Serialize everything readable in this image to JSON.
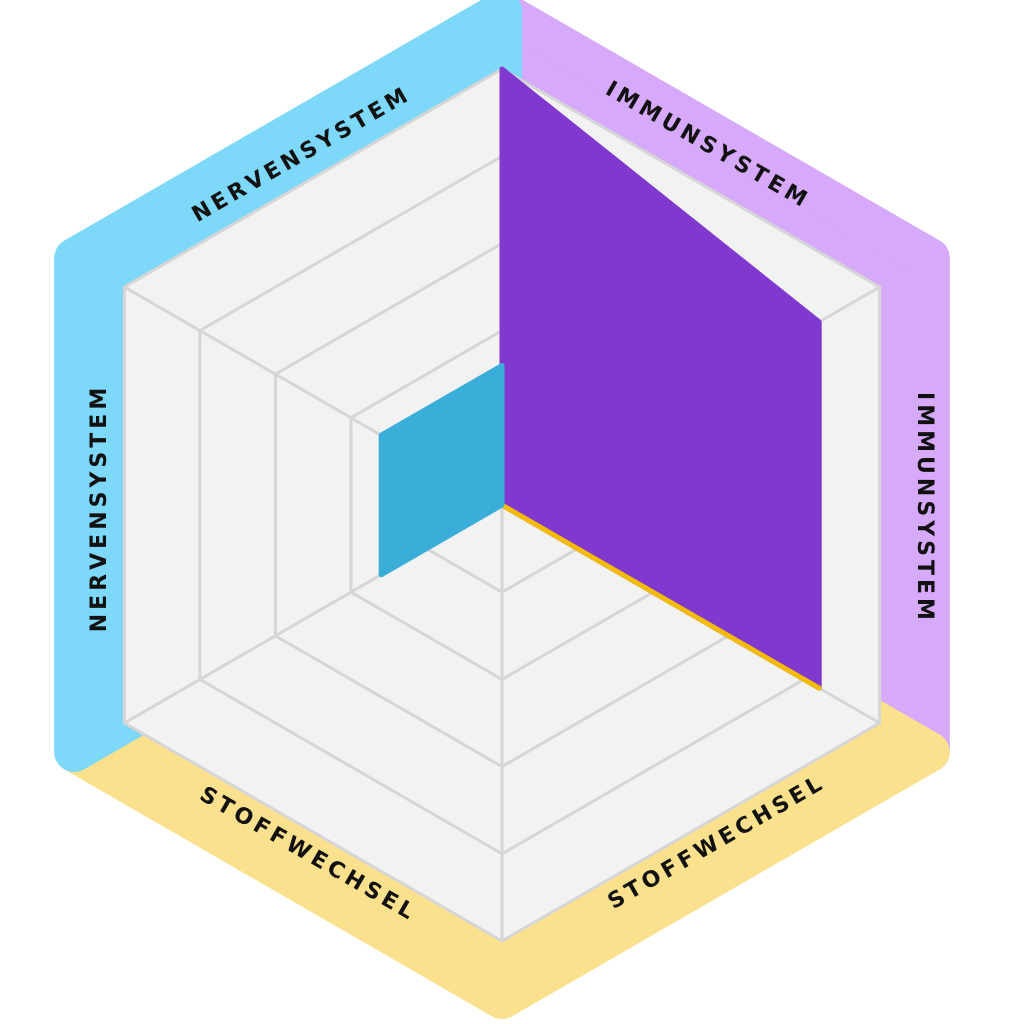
{
  "chart_data": {
    "type": "radar",
    "axes_count": 6,
    "levels": 5,
    "max": 5,
    "segments": [
      {
        "name": "IMMUNSYSTEM",
        "color": "#8138cf",
        "band_color": "#d6a9fb",
        "values": [
          5,
          4.2
        ]
      },
      {
        "name": "STOFFWECHSEL",
        "color": "#f2bb00",
        "band_color": "#fbe18d",
        "values": [
          4.2,
          0
        ]
      },
      {
        "name": "NERVENSYSTEM",
        "color": "#3aadd9",
        "band_color": "#7ed8fa",
        "values": [
          1.6,
          1.6
        ]
      }
    ],
    "labels": {
      "top_right": "IMMUNSYSTEM",
      "right": "IMMUNSYSTEM",
      "bottom_right": "STOFFWECHSEL",
      "bottom_left": "STOFFWECHSEL",
      "left": "NERVENSYSTEM",
      "top_left": "NERVENSYSTEM"
    }
  }
}
